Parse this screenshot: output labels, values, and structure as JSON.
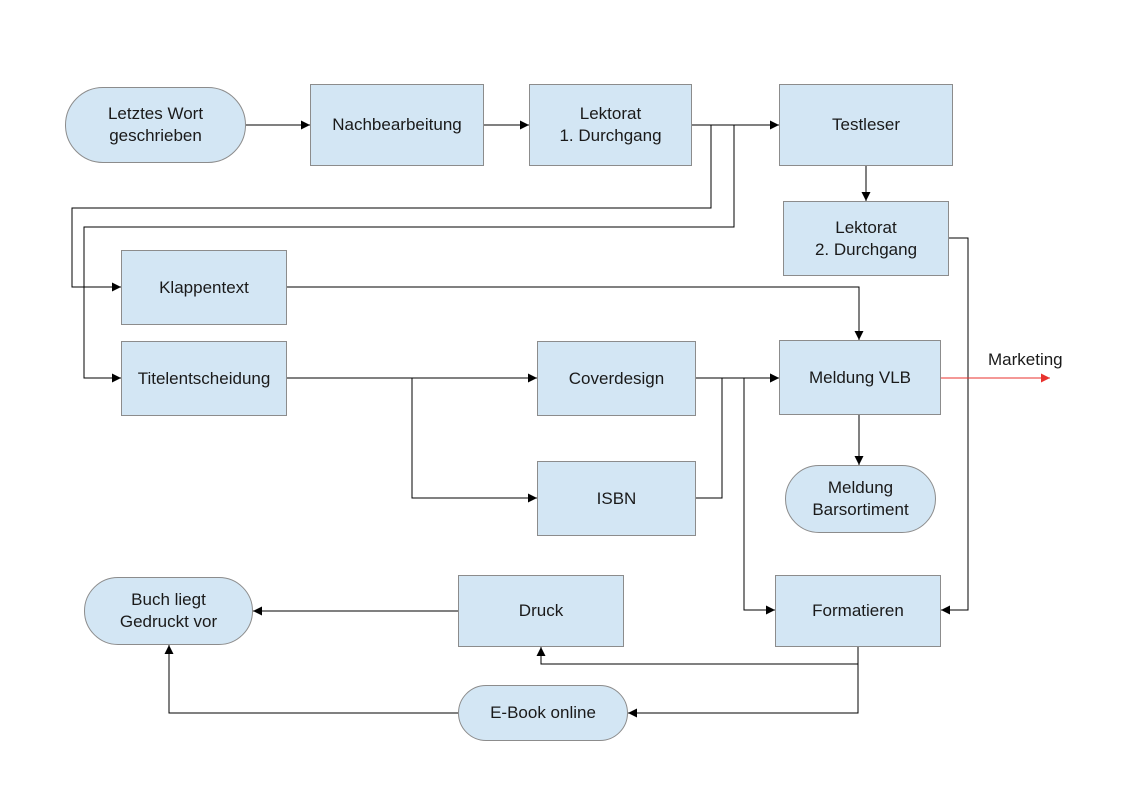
{
  "diagram": {
    "colors": {
      "node_fill": "#d3e6f4",
      "node_border": "#8c8c8c",
      "edge": "#000000",
      "marketing_arrow": "#e8322e"
    },
    "nodes": {
      "letztes_wort": "Letztes Wort\ngeschrieben",
      "nachbearbeitung": "Nachbearbeitung",
      "lektorat1": "Lektorat\n1. Durchgang",
      "testleser": "Testleser",
      "lektorat2": "Lektorat\n2. Durchgang",
      "klappentext": "Klappentext",
      "titelentscheidung": "Titelentscheidung",
      "coverdesign": "Coverdesign",
      "isbn": "ISBN",
      "meldung_vlb": "Meldung VLB",
      "meldung_barsortiment": "Meldung\nBarsortiment",
      "buch_gedruckt": "Buch liegt\nGedruckt vor",
      "druck": "Druck",
      "formatieren": "Formatieren",
      "ebook_online": "E-Book online"
    },
    "labels": {
      "marketing": "Marketing"
    }
  }
}
